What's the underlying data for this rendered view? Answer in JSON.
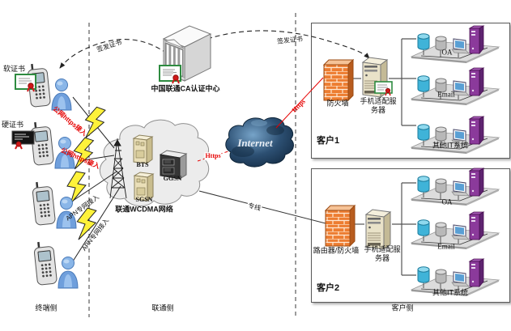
{
  "zones": {
    "terminal": "终端侧",
    "carrier": "联通侧",
    "customer": "客户侧"
  },
  "terminals": {
    "soft_cert_label": "软证书",
    "hard_cert_label": "硬证书"
  },
  "ca_center": {
    "label": "中国联通CA认证中心"
  },
  "links": {
    "issue_cert_left": "签发证书",
    "issue_cert_right": "签发证书",
    "public_https_1": "公网https接入",
    "public_https_2": "公网https接入",
    "apn_1": "APN专网接入",
    "apn_2": "APN专网接入",
    "https_wcdma_internet": "Https",
    "https_internet_customer": "Https",
    "dedicated_line": "专线"
  },
  "wcdma_cloud": {
    "label": "联通WCDMA网络",
    "bts": "BTS",
    "ggsn": "GGSN",
    "sgsn": "SGSN"
  },
  "internet_cloud": {
    "label": "Internet"
  },
  "customer1": {
    "name": "客户1",
    "firewall_label": "防火墙",
    "server_label": "手机适配服务器",
    "systems": [
      "OA",
      "Email",
      "其他IT系统"
    ]
  },
  "customer2": {
    "name": "客户2",
    "firewall_label": "路由器/防火墙",
    "server_label": "手机适配服务器",
    "systems": [
      "OA",
      "Email",
      "其他IT系统"
    ]
  },
  "colors": {
    "accent_red": "#e60000",
    "lightning_yellow": "#fef23a",
    "firewall_orange": "#ed7d31",
    "internet_blue": "#1d3d5c",
    "wcdma_cloud_gray": "#ececec",
    "purple_server": "#8b3a9b",
    "cyan_database": "#45b6dc"
  }
}
